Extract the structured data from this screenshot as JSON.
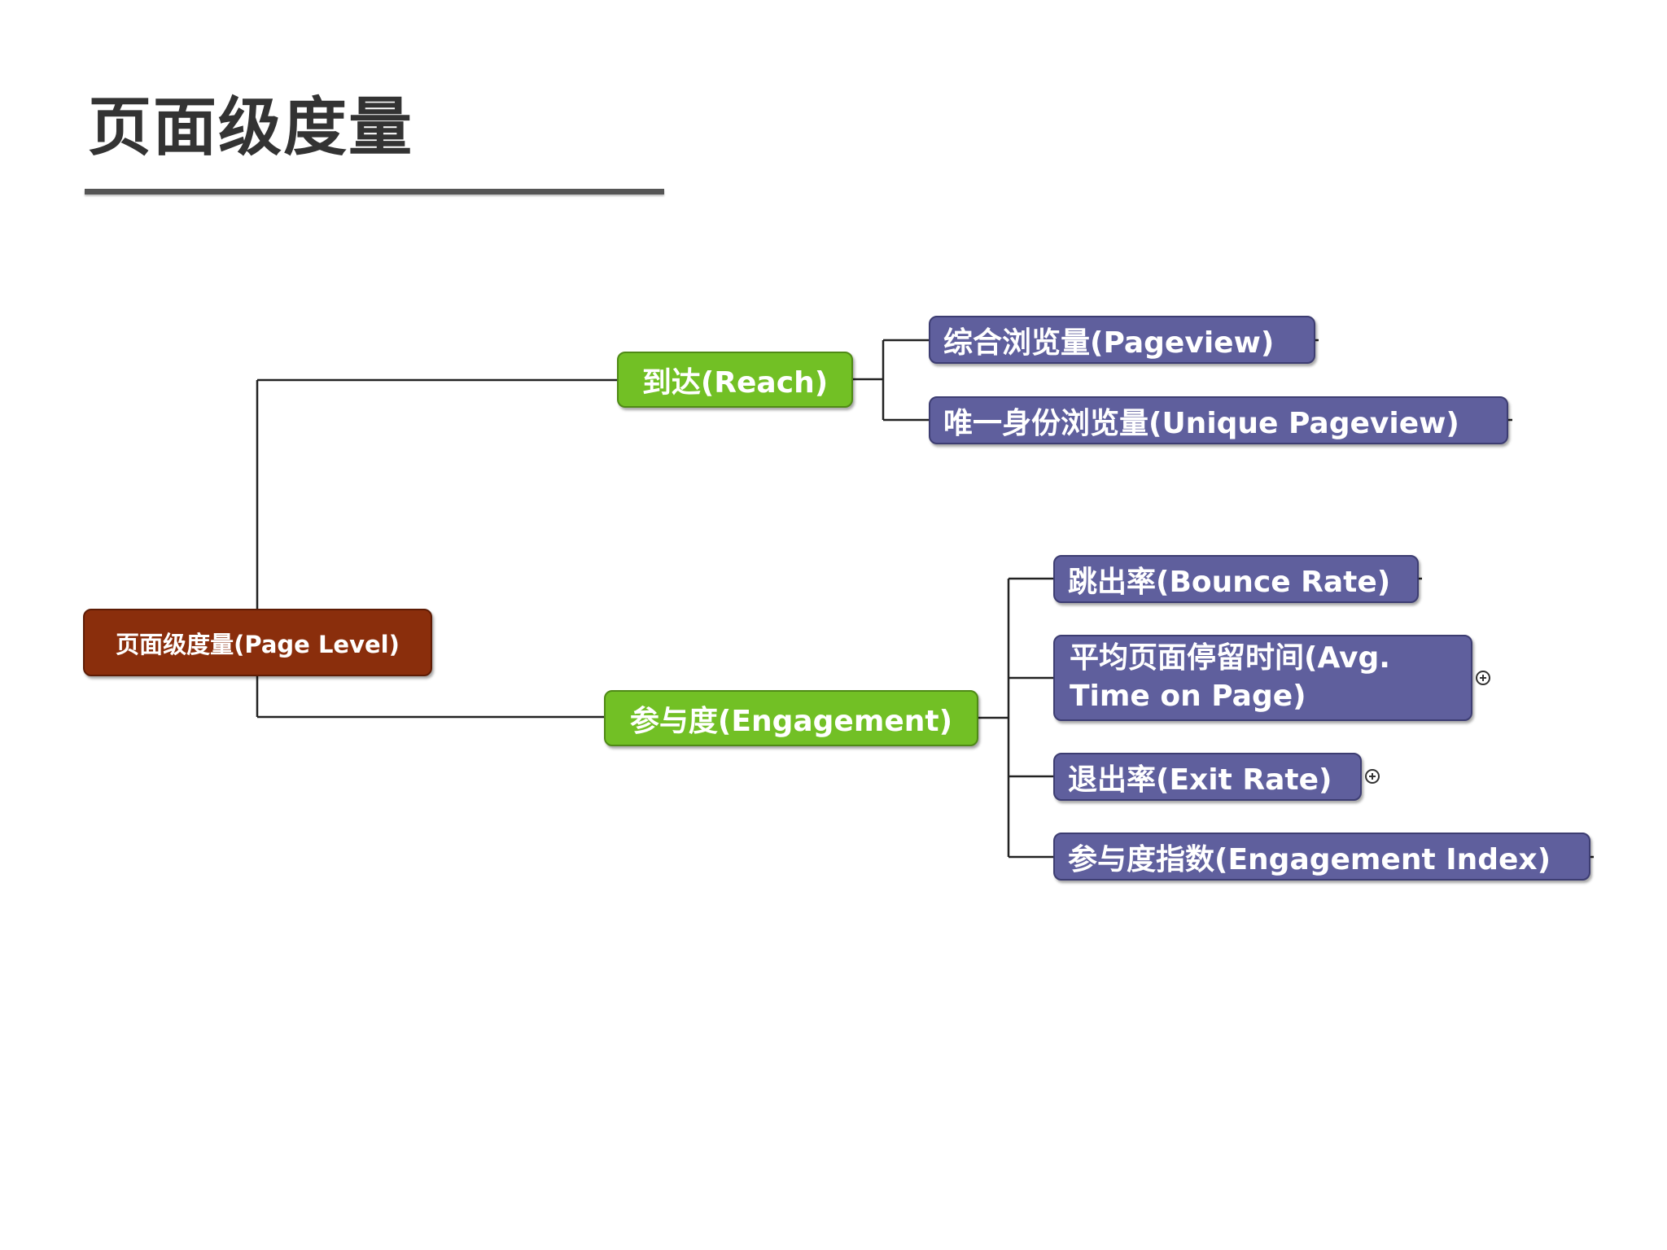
{
  "slide": {
    "title": "页面级度量"
  },
  "mindmap": {
    "root": {
      "label": "页面级度量(Page Level)",
      "color": "#8a2e0c"
    },
    "branches": [
      {
        "label": "到达(Reach)",
        "color": "#72c025",
        "children": [
          {
            "label": "综合浏览量(Pageview)",
            "color": "#5f5f9d",
            "collapsed_children": false
          },
          {
            "label": "唯一身份浏览量(Unique Pageview)",
            "color": "#5f5f9d",
            "collapsed_children": false
          }
        ]
      },
      {
        "label": "参与度(Engagement)",
        "color": "#72c025",
        "children": [
          {
            "label": "跳出率(Bounce Rate)",
            "color": "#5f5f9d",
            "collapsed_children": false
          },
          {
            "label": "平均页面停留时间(Avg. Time on Page)",
            "color": "#5f5f9d",
            "collapsed_children": true
          },
          {
            "label": "退出率(Exit Rate)",
            "color": "#5f5f9d",
            "collapsed_children": true
          },
          {
            "label": "参与度指数(Engagement Index)",
            "color": "#5f5f9d",
            "collapsed_children": false
          }
        ]
      }
    ],
    "expand_icon": "plus-circle-icon"
  }
}
